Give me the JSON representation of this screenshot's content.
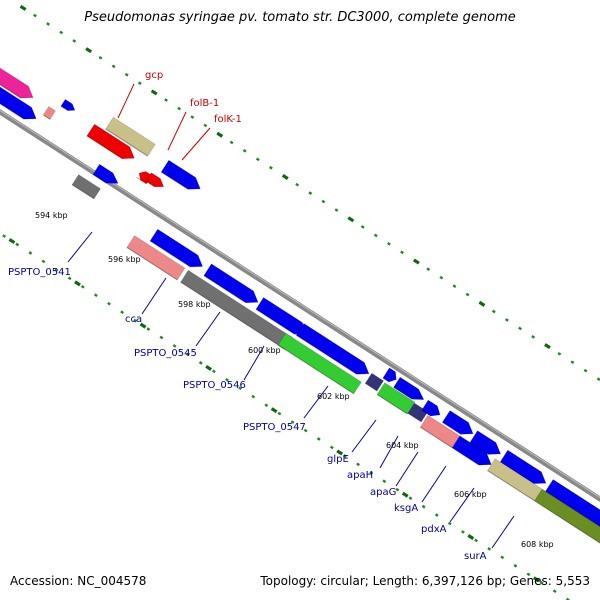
{
  "title": "Pseudomonas syringae pv. tomato str. DC3000, complete genome",
  "footer": {
    "accession": "Accession: NC_004578",
    "summary": "Topology: circular; Length: 6,397,126 bp; Genes: 5,553"
  },
  "colors": {
    "label_red": "#cc0000",
    "label_blue": "#000099",
    "backbone": "#888888",
    "tick_green": "#228822"
  },
  "tick_labels": [
    "594 kbp",
    "596 kbp",
    "598 kbp",
    "600 kbp",
    "602 kbp",
    "604 kbp",
    "606 kbp",
    "608 kbp"
  ],
  "gene_labels_top": [
    "gcp",
    "folB-1",
    "folK-1"
  ],
  "gene_labels_bottom": [
    "PSPTO_0541",
    "cca",
    "PSPTO_0545",
    "PSPTO_0546",
    "PSPTO_0547",
    "glpE",
    "apaH",
    "apaG",
    "ksgA",
    "pdxA",
    "surA"
  ]
}
